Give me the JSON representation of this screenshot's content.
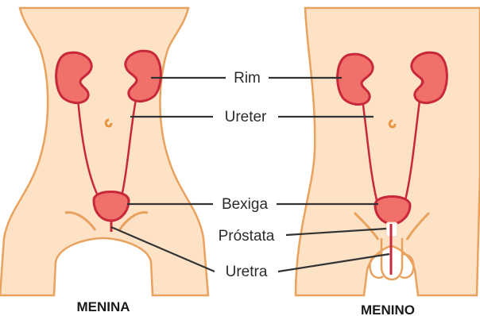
{
  "colors": {
    "skin": "#fde2c6",
    "skin_outline": "#e9a15e",
    "organ_fill": "#f0706a",
    "organ_outline": "#c8283a",
    "ureter": "#c8283a",
    "label_text": "#2b2b2b",
    "leader_line": "#333333",
    "background": "#ffffff"
  },
  "labels": {
    "rim": "Rim",
    "ureter": "Ureter",
    "bexiga": "Bexiga",
    "prostata": "Próstata",
    "uretra": "Uretra"
  },
  "figures": {
    "girl_caption": "MENINA",
    "boy_caption": "MENINO"
  }
}
